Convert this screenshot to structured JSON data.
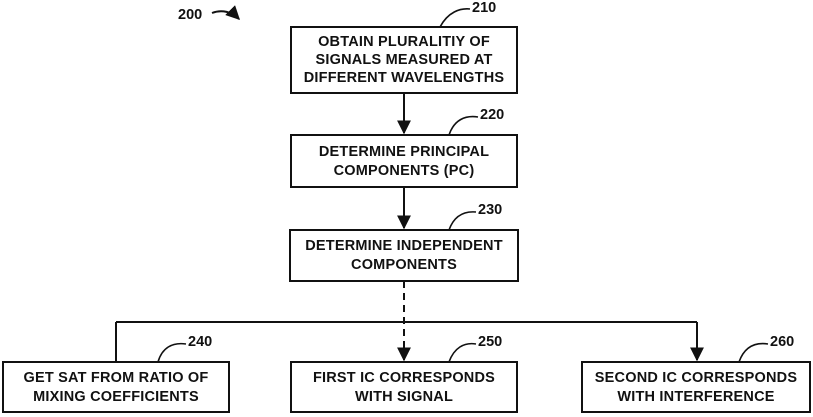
{
  "figure": {
    "ref": "200",
    "steps": [
      {
        "ref": "210",
        "lines": [
          "OBTAIN PLURALITIY OF",
          "SIGNALS MEASURED AT",
          "DIFFERENT WAVELENGTHS"
        ]
      },
      {
        "ref": "220",
        "lines": [
          "DETERMINE PRINCIPAL",
          "COMPONENTS (PC)"
        ]
      },
      {
        "ref": "230",
        "lines": [
          "DETERMINE INDEPENDENT",
          "COMPONENTS"
        ]
      },
      {
        "ref": "240",
        "lines": [
          "GET SAT FROM RATIO OF",
          "MIXING COEFFICIENTS"
        ]
      },
      {
        "ref": "250",
        "lines": [
          "FIRST IC CORRESPONDS",
          "WITH SIGNAL"
        ]
      },
      {
        "ref": "260",
        "lines": [
          "SECOND IC CORRESPONDS",
          "WITH INTERFERENCE"
        ]
      }
    ]
  }
}
